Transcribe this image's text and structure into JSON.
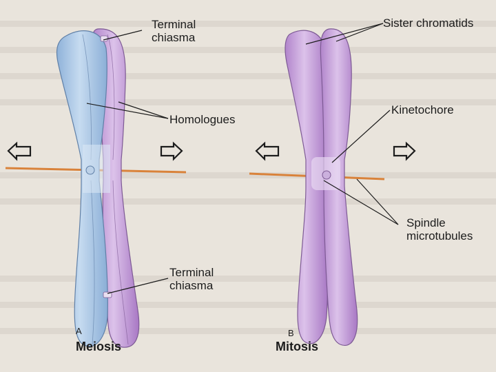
{
  "labels": {
    "terminal_chiasma_top": "Terminal\nchiasma",
    "homologues": "Homologues",
    "sister_chromatids": "Sister chromatids",
    "kinetochore": "Kinetochore",
    "spindle_microtubules": "Spindle\nmicrotubules",
    "terminal_chiasma_bottom": "Terminal\nchiasma",
    "panel_a": "A",
    "panel_b": "B",
    "meiosis": "Meiosis",
    "mitosis": "Mitosis"
  },
  "colors": {
    "homologue_blue": "#a9c6e6",
    "homologue_purple": "#c7a3d9",
    "sister_purple": "#c9a8dc",
    "microtubule": "#d9823a",
    "background": "#e9e4dc"
  },
  "icons": {
    "left_arrow": "arrow-left-outline-icon",
    "right_arrow": "arrow-right-outline-icon"
  }
}
